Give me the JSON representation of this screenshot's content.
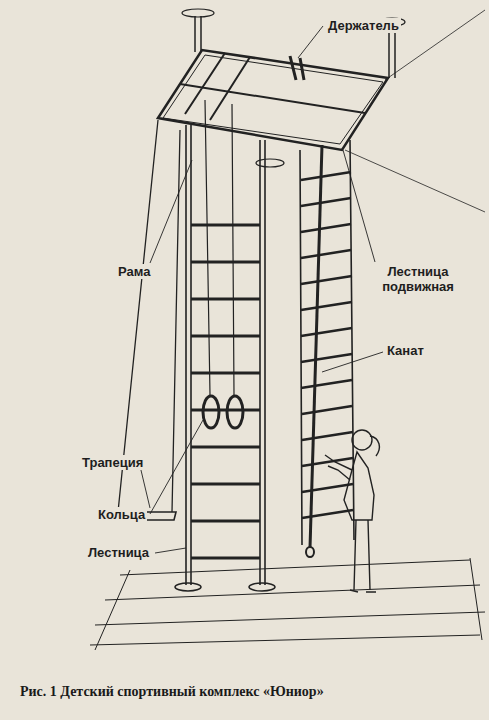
{
  "diagram": {
    "caption": "Рис. 1 Детский спортивный комплекс «Юниор»",
    "labels": [
      "Держатель",
      "Рама",
      "Лестница подвижная",
      "Канат",
      "Трапеция",
      "Кольца",
      "Лестница"
    ]
  }
}
